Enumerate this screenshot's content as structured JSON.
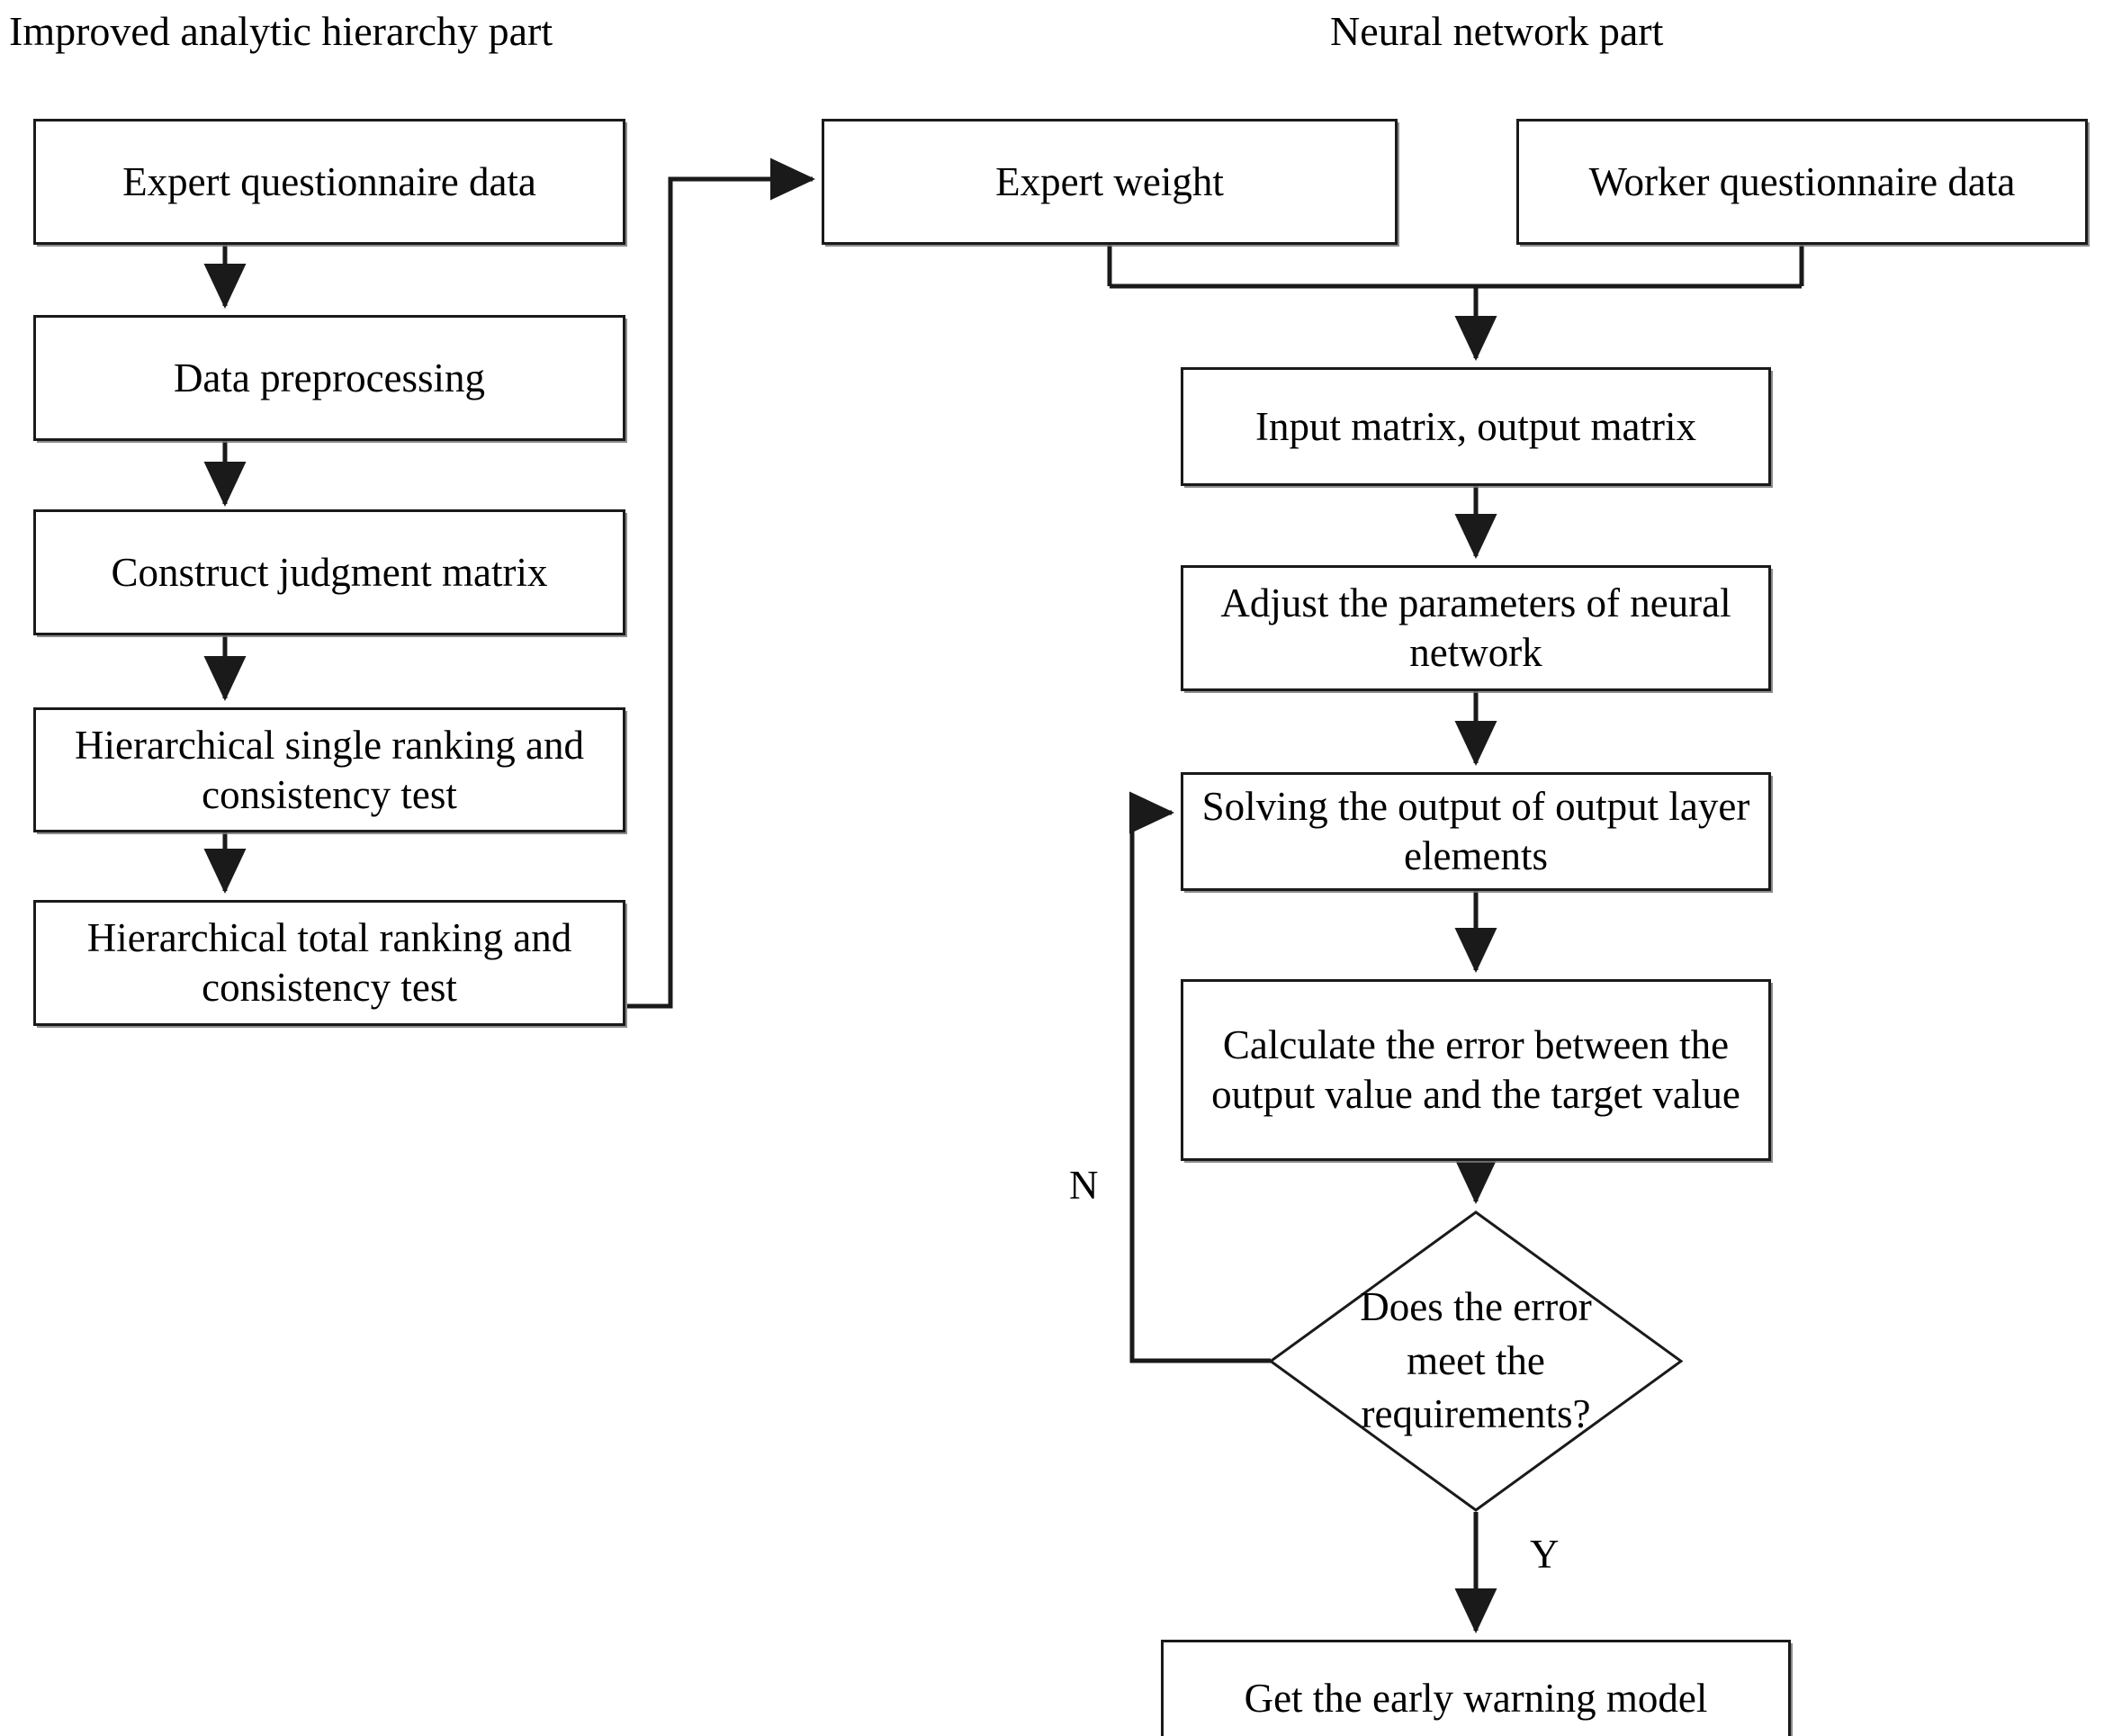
{
  "diagram": {
    "title_left": "Improved analytic hierarchy part",
    "title_right": "Neural network part",
    "nodes": {
      "expert_questionnaire_data": "Expert questionnaire data",
      "data_preprocessing": "Data preprocessing",
      "construct_judgment_matrix": "Construct judgment matrix",
      "hierarchical_single_ranking": "Hierarchical single ranking and consistency test",
      "hierarchical_total_ranking": "Hierarchical total ranking and consistency test",
      "expert_weight": "Expert weight",
      "worker_questionnaire_data": "Worker questionnaire data",
      "input_output_matrix": "Input matrix, output matrix",
      "adjust_parameters": "Adjust the parameters of neural network",
      "solving_output": "Solving the output of output layer elements",
      "calculate_error": "Calculate the error between the output value and the target value",
      "decision_error": "Does the error meet the requirements?",
      "early_warning_model": "Get the early warning model"
    },
    "edge_labels": {
      "no_branch": "N",
      "yes_branch": "Y"
    },
    "colors": {
      "stroke": "#1a1a1a",
      "background": "#ffffff",
      "text": "#000000",
      "shadow": "#787878"
    }
  }
}
